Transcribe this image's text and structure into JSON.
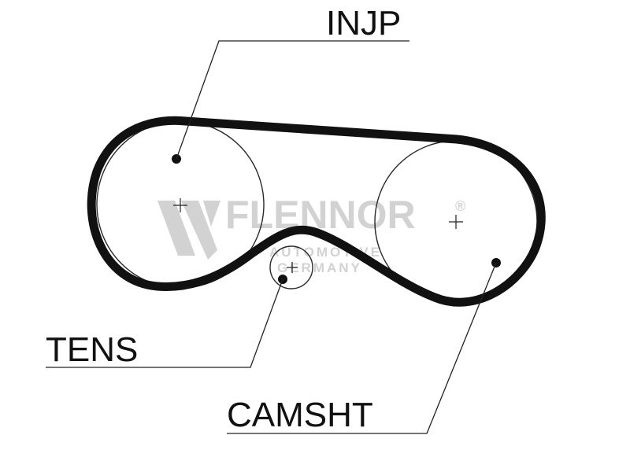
{
  "labels": {
    "injection_pump": "INJP",
    "tensioner": "TENS",
    "camshaft": "CAMSHT"
  },
  "watermark": {
    "brand": "FLENNOR",
    "registered_mark": "®",
    "tagline_line1": "AUTOMOTIVE",
    "tagline_line2": "GERMANY"
  },
  "colors": {
    "belt": "#111111",
    "pulley_outline": "#222222",
    "leader_line": "#222222",
    "watermark": "#cfcfcf",
    "background": "#ffffff"
  }
}
